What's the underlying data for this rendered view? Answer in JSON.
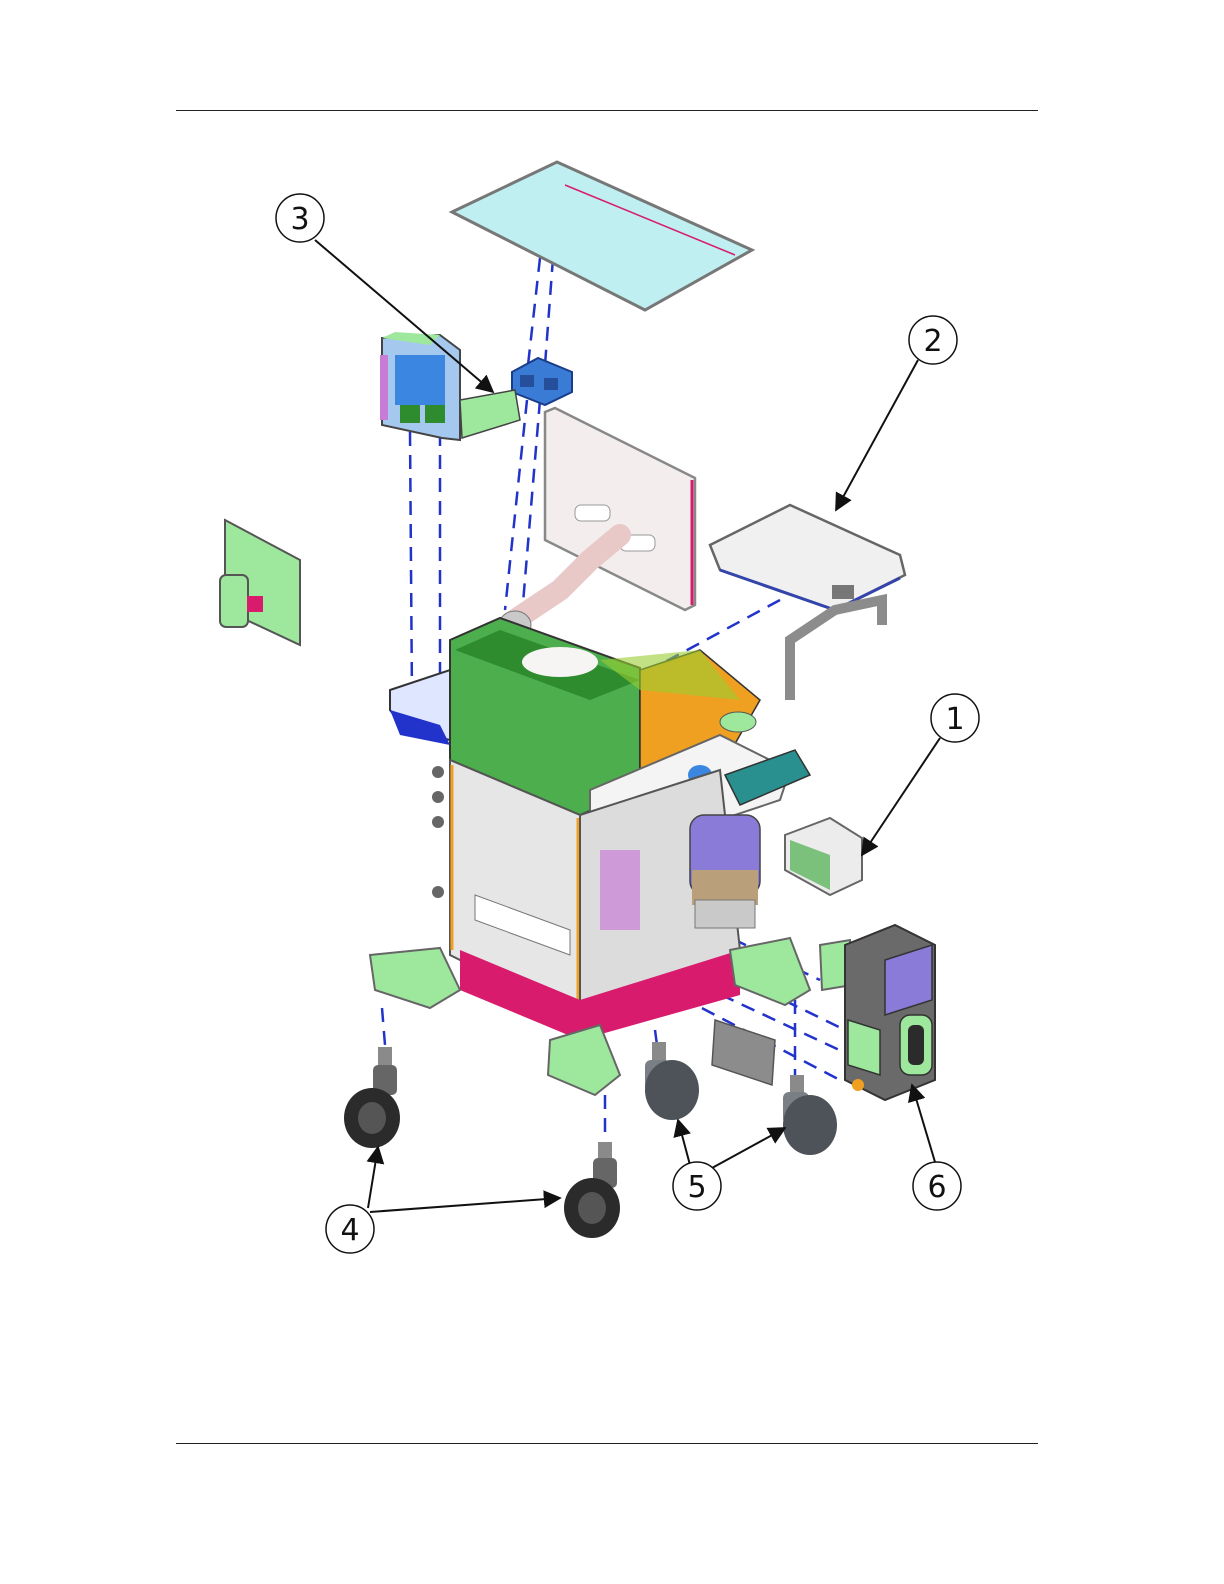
{
  "callouts": [
    {
      "label": "1"
    },
    {
      "label": "2"
    },
    {
      "label": "3"
    },
    {
      "label": "4"
    },
    {
      "label": "5"
    },
    {
      "label": "6"
    }
  ],
  "colors": {
    "green": "#9ee89e",
    "dark_green": "#2e8b2e",
    "magenta": "#d81b6c",
    "blue_dash": "#2233cc",
    "gray": "#c9c9c9",
    "orange": "#f0a020",
    "teal": "#bfeff0",
    "purple": "#8a7bd8"
  }
}
